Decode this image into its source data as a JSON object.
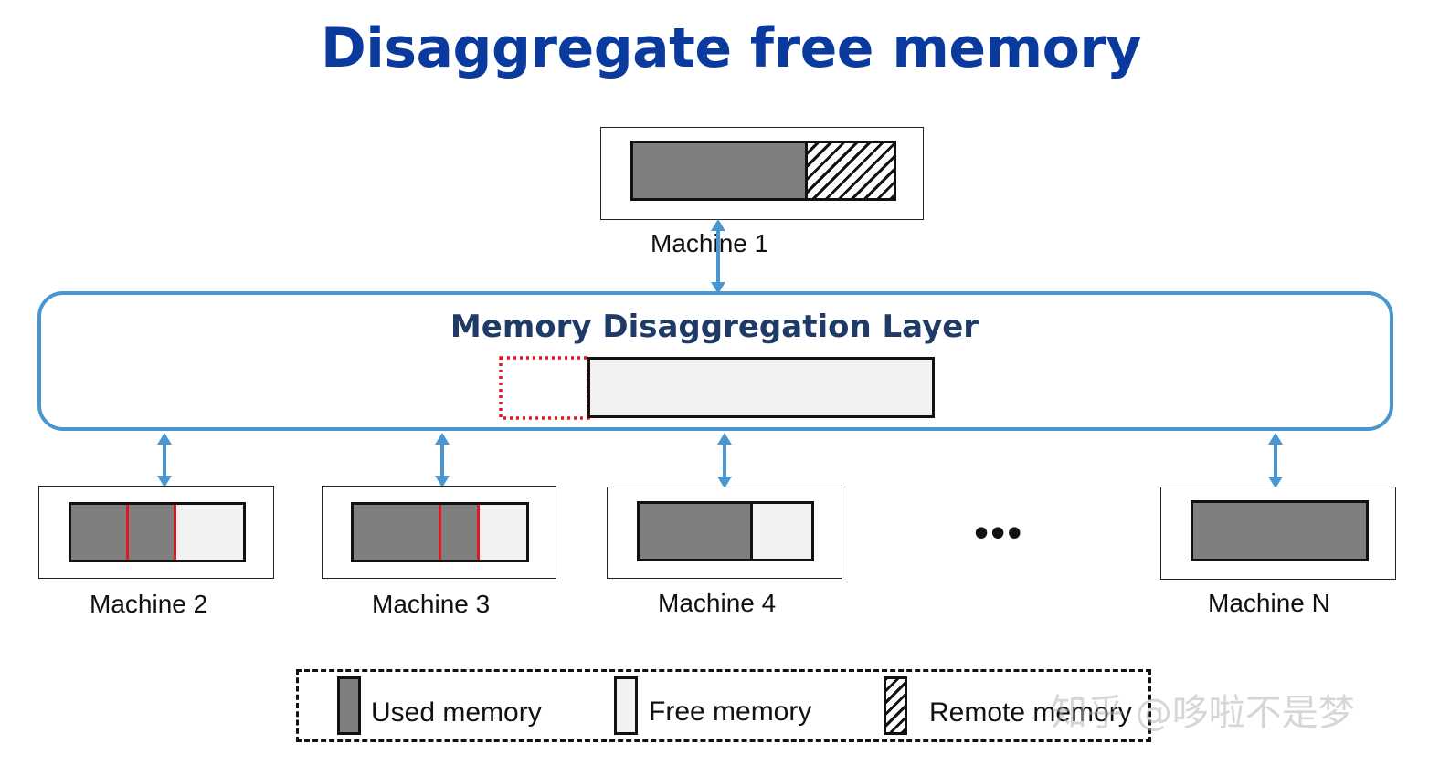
{
  "title": "Disaggregate free memory",
  "layer": {
    "title": "Memory Disaggregation Layer"
  },
  "machines": [
    {
      "label": "Machine 1",
      "used_fraction": 0.67,
      "remote_fraction": 0.33
    },
    {
      "label": "Machine 2",
      "used_fraction": 0.61,
      "lent_fraction": 0.28
    },
    {
      "label": "Machine 3",
      "used_fraction": 0.73,
      "lent_fraction": 0.23
    },
    {
      "label": "Machine 4",
      "used_fraction": 0.66
    },
    {
      "label": "Machine N",
      "used_fraction": 1.0
    }
  ],
  "ellipsis": "•••",
  "legend": {
    "used": "Used memory",
    "free": "Free memory",
    "remote": "Remote memory"
  },
  "watermark": "知乎 @哆啦不是梦",
  "colors": {
    "title": "#0a3a9e",
    "layer_border": "#4a97d0",
    "layer_title": "#1f3a66",
    "arrow": "#4a97d0",
    "used": "#7f7f7f",
    "free": "#f2f2f2",
    "highlight": "#e0191e"
  }
}
